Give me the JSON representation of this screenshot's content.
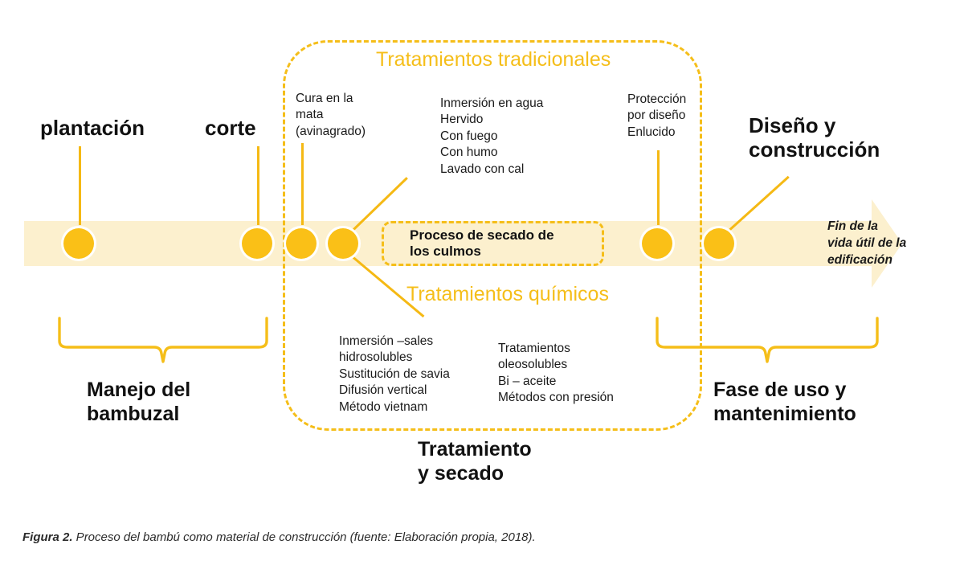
{
  "figure": {
    "caption_label": "Figura 2.",
    "caption_text": " Proceso del bambú como material de construcción (fuente: Elaboración propia, 2018)."
  },
  "colors": {
    "accent": "#FAC017",
    "accent_line": "#F5B914",
    "band": "#FCF0CE",
    "dash": "#F5BE19",
    "text": "#111111"
  },
  "sections": {
    "traditional_label": "Tratamientos tradicionales",
    "chemical_label": "Tratamientos químicos"
  },
  "stages": [
    {
      "id": "plantacion",
      "label": "plantación"
    },
    {
      "id": "corte",
      "label": "corte"
    },
    {
      "id": "diseno",
      "label": "Diseño y\nconstrucción",
      "line1": "Diseño y",
      "line2": "construcción"
    }
  ],
  "groups": [
    {
      "id": "manejo",
      "line1": "Manejo del",
      "line2": "bambuzal"
    },
    {
      "id": "tratamiento",
      "line1": "Tratamiento",
      "line2": "y secado"
    },
    {
      "id": "fase-uso",
      "line1": "Fase de uso y",
      "line2": "mantenimiento"
    }
  ],
  "drying_box": {
    "line1": "Proceso de secado de",
    "line2": "los culmos"
  },
  "notes": {
    "cura": [
      "Cura en la",
      "mata",
      "(avinagrado)"
    ],
    "traditional_list": [
      "Inmersión en agua",
      "Hervido",
      "Con fuego",
      "Con humo",
      "Lavado con cal"
    ],
    "proteccion": [
      "Protección",
      "por diseño",
      "Enlucido"
    ],
    "chemical_list_left": [
      "Inmersión –sales",
      "hidrosolubles",
      "Sustitución de savia",
      "Difusión vertical",
      "Método vietnam"
    ],
    "chemical_list_right": [
      "Tratamientos",
      "oleosolubles",
      "Bi – aceite",
      "Métodos con presión"
    ],
    "end_of_life": [
      "Fin de la",
      "vida útil de la",
      "edificación"
    ]
  }
}
